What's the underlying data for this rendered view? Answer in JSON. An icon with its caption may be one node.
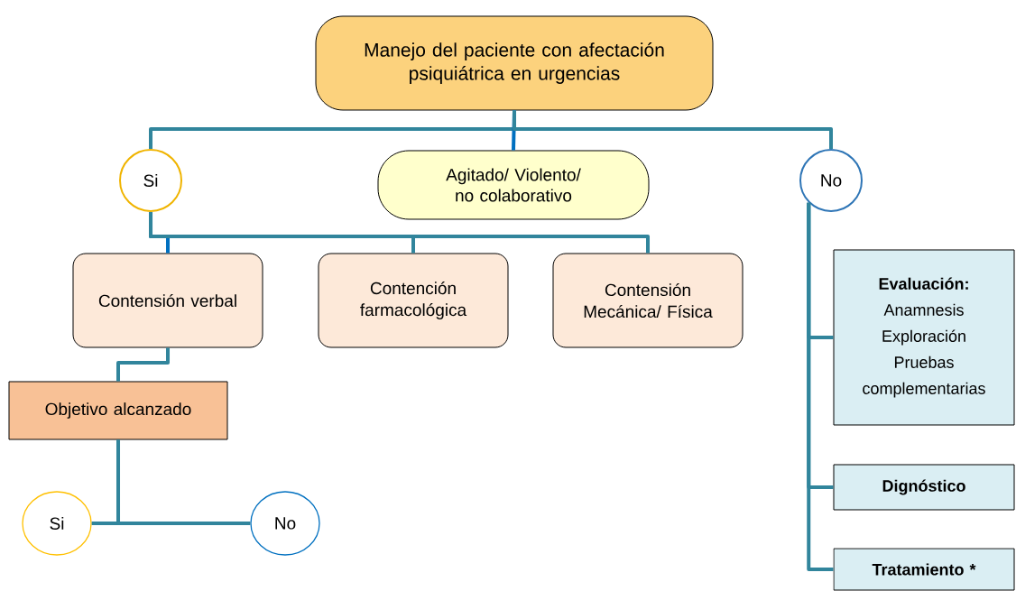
{
  "diagram": {
    "nodes": [
      {
        "text": [
          "Manejo del paciente con afectación psiquiátrica en urgencias"
        ]
      },
      {
        "text": [
          "Si"
        ]
      },
      {
        "text": [
          "Agitado/ Violento/ no colaborativo"
        ]
      },
      {
        "text": [
          "No"
        ]
      },
      {
        "text": [
          "Contensión verbal"
        ]
      },
      {
        "text": [
          "Contención farmacológica"
        ]
      },
      {
        "text": [
          "Contensión Mecánica/ Física"
        ]
      },
      {
        "text": [
          "Evaluación:",
          "Anamnesis",
          "Exploración",
          "Pruebas complementarias"
        ]
      },
      {
        "text": [
          "Dignóstico"
        ]
      },
      {
        "text": [
          "Tratamiento *"
        ]
      },
      {
        "text": [
          "Objetivo alcanzado"
        ]
      },
      {
        "text": [
          "Si"
        ]
      },
      {
        "text": [
          "No"
        ]
      }
    ],
    "edges": [
      {
        "from": 0,
        "to": 1,
        "arrow": "none"
      },
      {
        "from": 0,
        "to": 2,
        "arrow": "none",
        "color": "#0070c0"
      },
      {
        "from": 0,
        "to": 3,
        "arrow": "none"
      },
      {
        "from": 1,
        "to": 4,
        "arrow": "none",
        "color": "#0070c0"
      },
      {
        "from": 1,
        "to": 5,
        "arrow": "none"
      },
      {
        "from": 1,
        "to": 6,
        "arrow": "none"
      },
      {
        "from": 3,
        "to": 7,
        "arrow": "none"
      },
      {
        "from": 3,
        "to": 8,
        "arrow": "none"
      },
      {
        "from": 3,
        "to": 9,
        "arrow": "none"
      },
      {
        "from": 4,
        "to": 10,
        "arrow": "none"
      },
      {
        "from": 10,
        "to": 11,
        "arrow": "none"
      },
      {
        "from": 10,
        "to": 12,
        "arrow": "none"
      }
    ]
  }
}
